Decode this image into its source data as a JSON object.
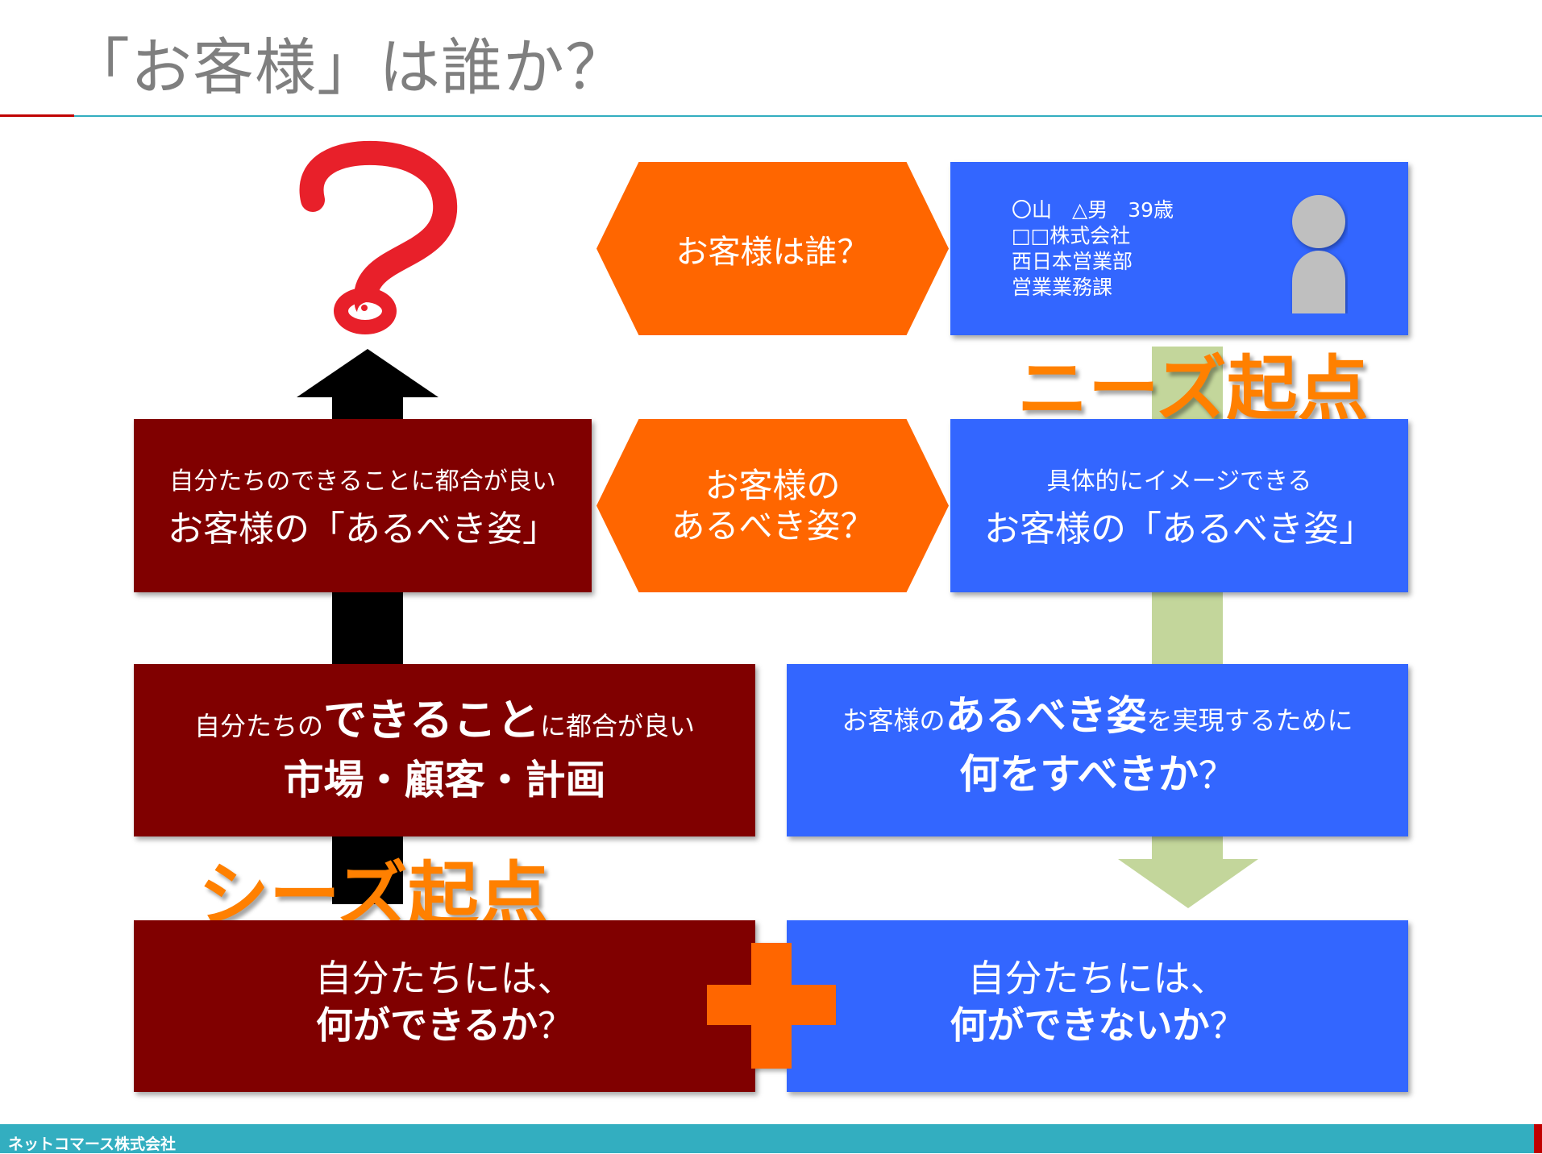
{
  "title": "「お客様」は誰か？",
  "hex_who": "お客様は誰？",
  "hex_ideal_l1": "お客様の",
  "hex_ideal_l2": "あるべき姿？",
  "profile": {
    "line1": "〇山　△男　39歳",
    "line2": "□□株式会社",
    "line3": "西日本営業部",
    "line4": "営業業務課"
  },
  "needs_label": "ニーズ起点",
  "seeds_label": "シーズ起点",
  "left_ideal": {
    "small": "自分たちのできることに都合が良い",
    "large": "お客様の「あるべき姿」"
  },
  "right_ideal": {
    "small": "具体的にイメージできる",
    "large": "お客様の「あるべき姿」"
  },
  "left_plan": {
    "pre": "自分たちの",
    "em": "できること",
    "post": "に都合が良い",
    "line2": "市場・顧客・計画"
  },
  "right_plan": {
    "pre": "お客様の",
    "em": "あるべき姿",
    "post": "を実現するために",
    "line2": "何をすべきか",
    "line2_q": "？"
  },
  "left_can": {
    "line1": "自分たちには、",
    "line2": "何ができるか",
    "q": "？"
  },
  "right_cannot": {
    "line1": "自分たちには、",
    "line2": "何ができないか",
    "q": "？"
  },
  "footer": "ネットコマース株式会社",
  "colors": {
    "maroon": "#800000",
    "blue": "#3366ff",
    "orange": "#ff6600",
    "label_orange": "#ff8000",
    "arrow_green": "#c3d69b",
    "arrow_black": "#000000",
    "question_red": "#e8202a",
    "teal": "#33aec0"
  }
}
